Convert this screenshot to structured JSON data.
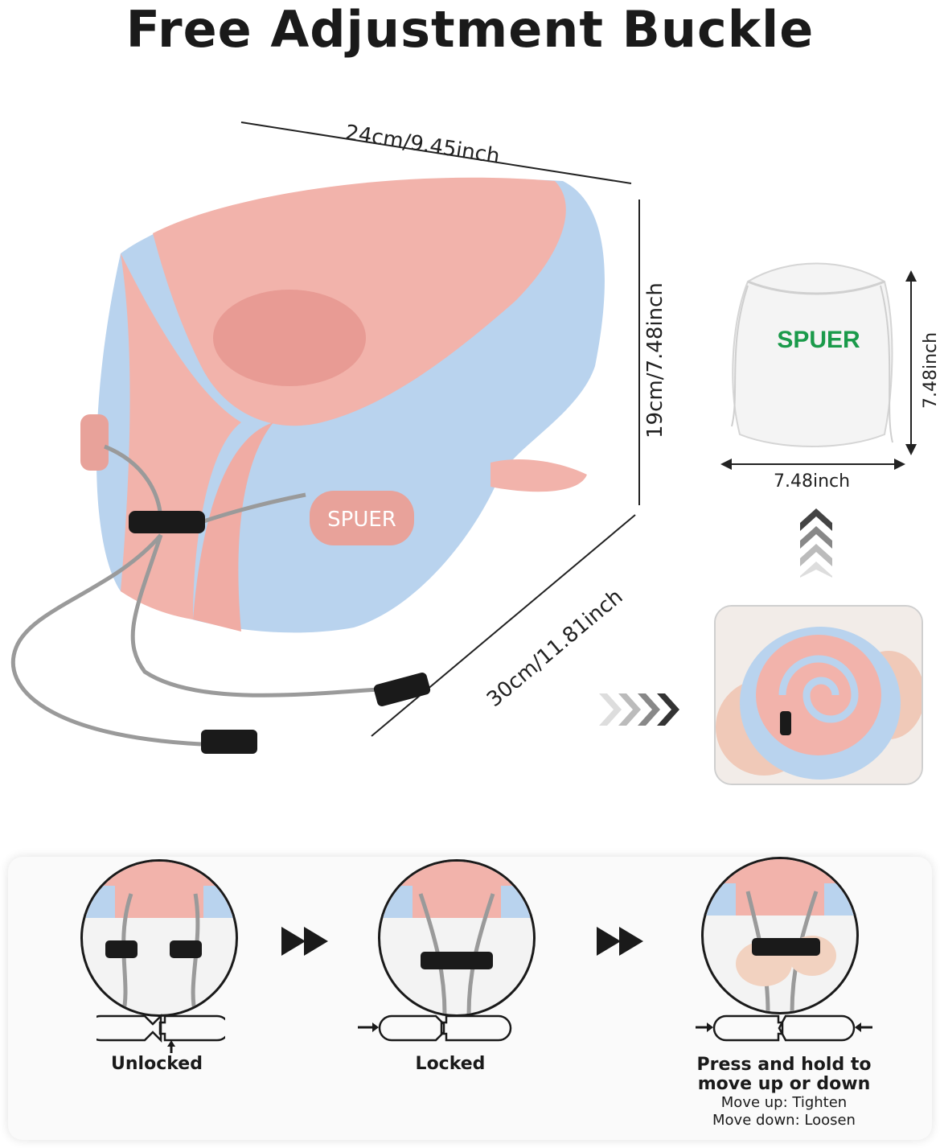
{
  "title": "Free Adjustment Buckle",
  "pillow": {
    "brand": "SPUER",
    "width_dim": "24cm/9.45inch",
    "height_dim": "19cm/7.48inch",
    "depth_dim": "30cm/11.81inch"
  },
  "bag": {
    "brand": "SPUER",
    "height_dim": "7.48inch",
    "width_dim": "7.48inch"
  },
  "steps": [
    {
      "label": "Unlocked"
    },
    {
      "label": "Locked"
    },
    {
      "label": "Press and hold to move up or down",
      "line1": "Press and hold to",
      "line2": "move up or down",
      "notes": [
        "Move up: Tighten",
        "Move down: Loosen"
      ]
    }
  ],
  "colors": {
    "pink": "#f2b3ab",
    "blue": "#b9d3ee",
    "dark": "#1a1a1a"
  }
}
